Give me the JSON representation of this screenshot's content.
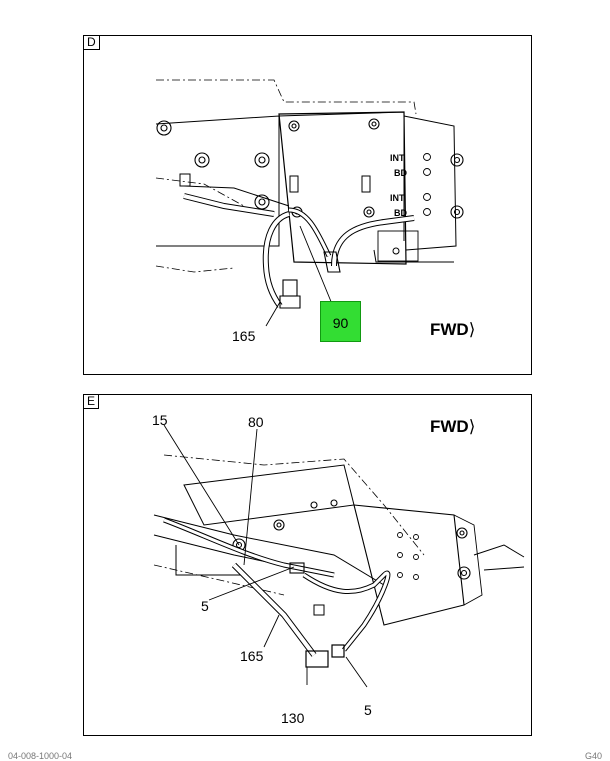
{
  "panel_d": {
    "tag": "D",
    "fwd_label": "FWD",
    "highlight_callout": "90",
    "callouts": [
      "165"
    ],
    "connector_labels": [
      "INT",
      "BD",
      "INT",
      "BD"
    ],
    "highlight_color": "#33dd33"
  },
  "panel_e": {
    "tag": "E",
    "fwd_label": "FWD",
    "callouts": [
      "15",
      "80",
      "5",
      "165",
      "130",
      "5"
    ]
  },
  "footer": {
    "left": "04-008-1000-04",
    "right": "G40"
  }
}
